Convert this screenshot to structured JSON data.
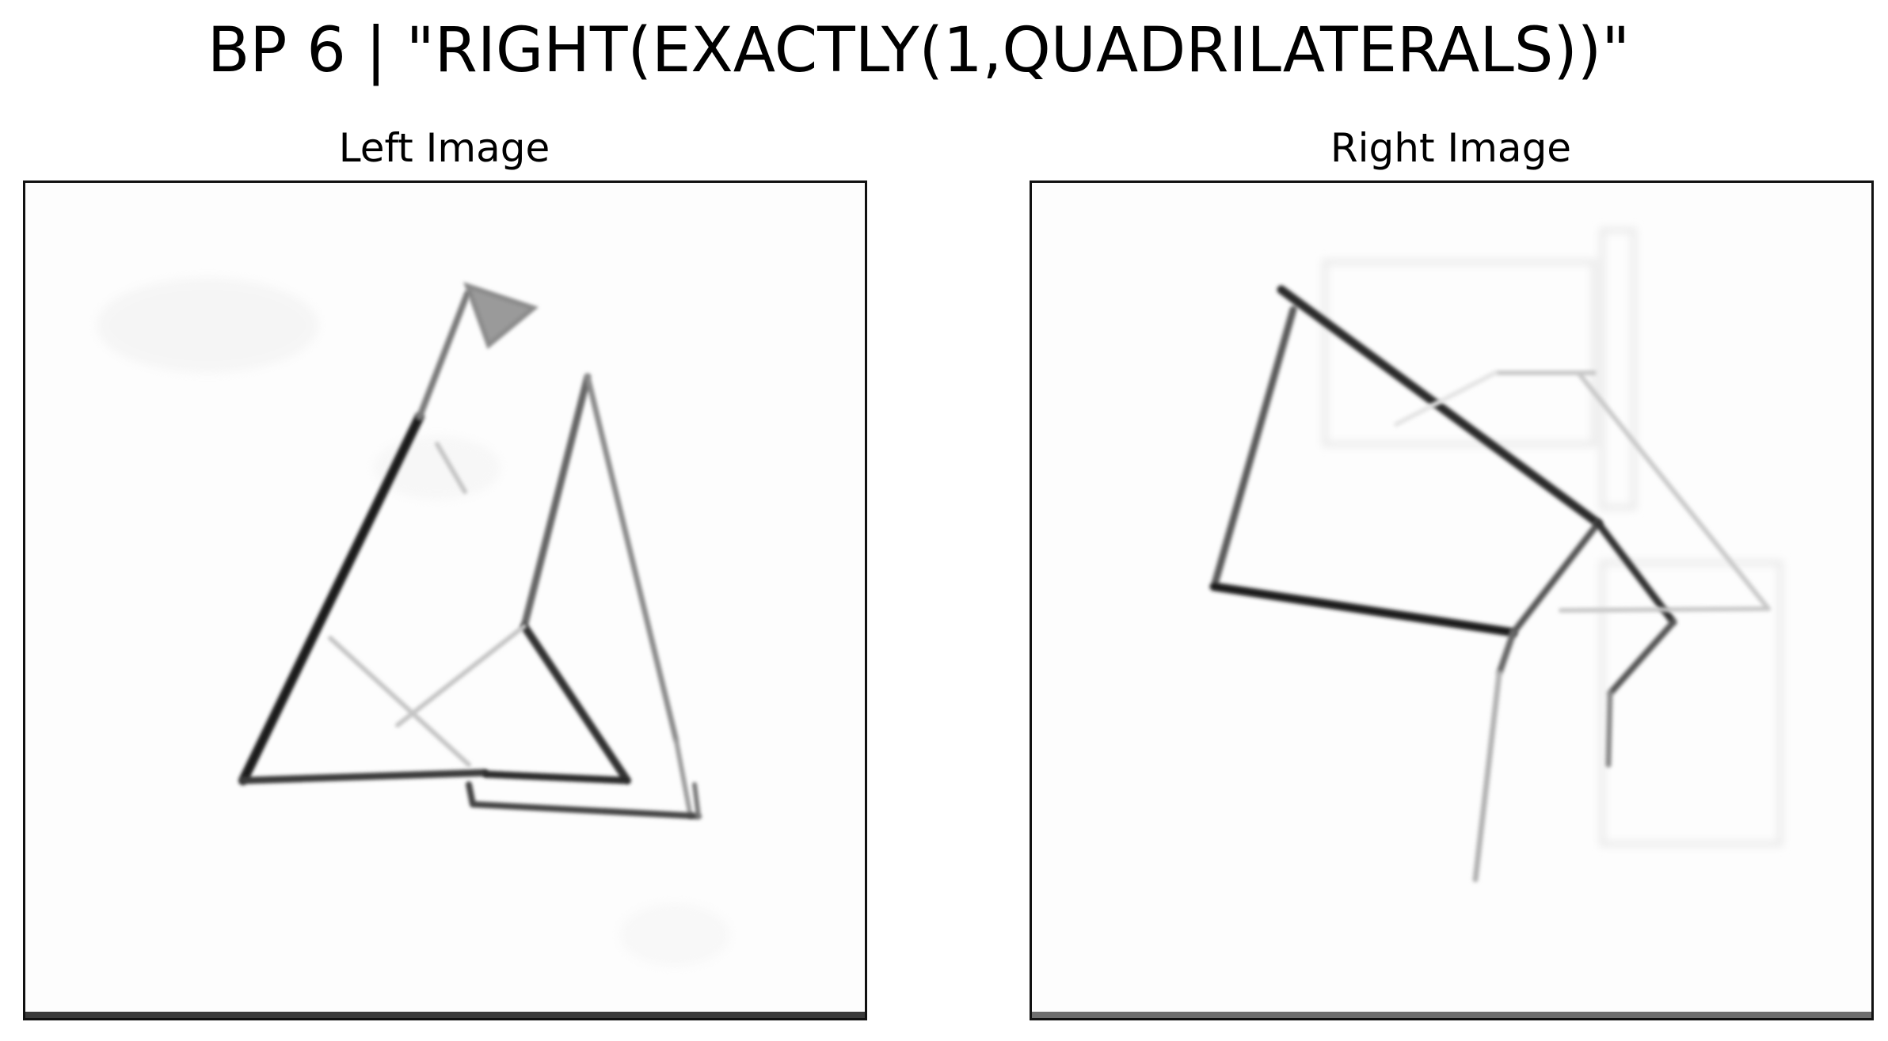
{
  "figure": {
    "title": "BP 6 | \"RIGHT(EXACTLY(1,QUADRILATERALS))\""
  },
  "panels": {
    "left": {
      "title": "Left Image"
    },
    "right": {
      "title": "Right Image"
    }
  },
  "colors": {
    "background": "#ffffff",
    "panel_border": "#111111",
    "stroke_dark": "#111111",
    "stroke_mid": "#555555",
    "stroke_light": "#b8b8b8"
  }
}
